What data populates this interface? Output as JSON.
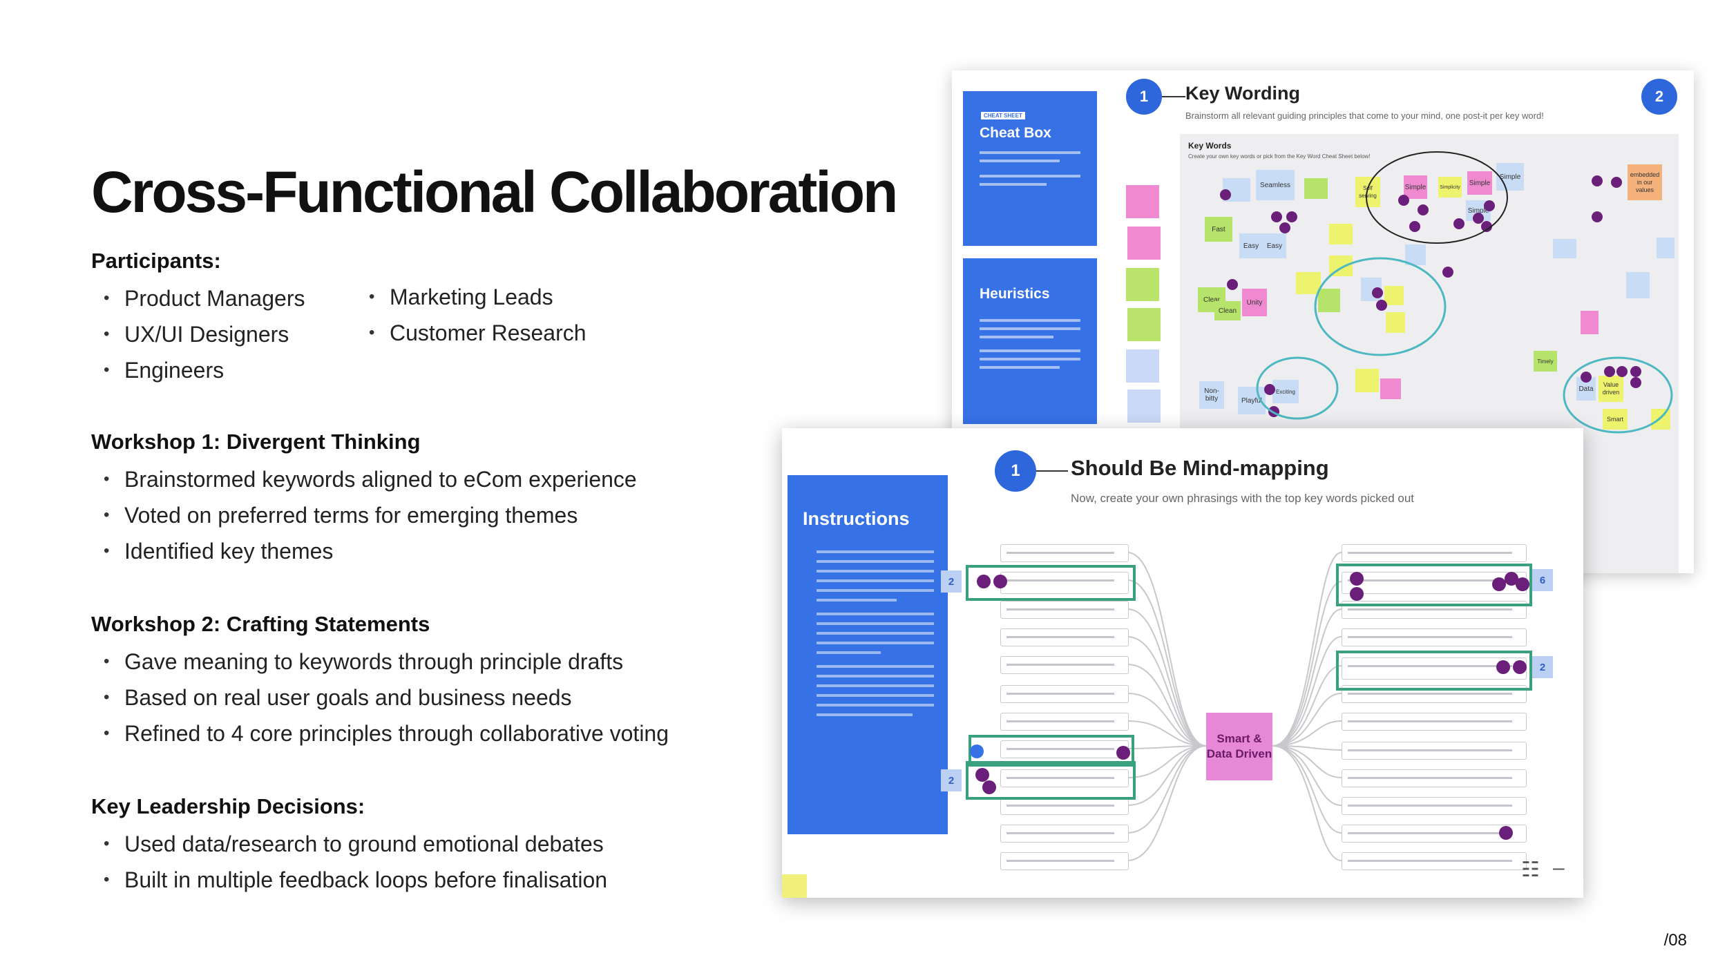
{
  "title": "Cross-Functional Collaboration",
  "participants": {
    "heading": "Participants:",
    "col1": [
      "Product Managers",
      "UX/UI Designers",
      "Engineers"
    ],
    "col2": [
      "Marketing Leads",
      "Customer Research"
    ]
  },
  "workshop1": {
    "heading": "Workshop 1: Divergent Thinking",
    "items": [
      "Brainstormed keywords aligned to eCom experience",
      "Voted on preferred terms for emerging themes",
      "Identified key themes"
    ]
  },
  "workshop2": {
    "heading": "Workshop 2: Crafting Statements",
    "items": [
      "Gave meaning to keywords through principle drafts",
      "Based on real user goals and business needs",
      "Refined to 4 core principles through collaborative voting"
    ]
  },
  "leadership": {
    "heading": "Key Leadership Decisions:",
    "items": [
      "Used data/research to ground emotional debates",
      "Built in multiple feedback loops before finalisation"
    ]
  },
  "page_number": "/08",
  "key_wording_board": {
    "step_number": "1",
    "next_step_number": "2",
    "title": "Key Wording",
    "subtitle": "Brainstorm all relevant guiding principles that come to your mind, one post-it per key word!",
    "cheat_tag": "CHEAT SHEET",
    "cheat_title": "Cheat Box",
    "heuristics_title": "Heuristics",
    "kw_heading": "Key Words",
    "kw_subheading": "Create your own key words or pick from the Key Word Cheat Sheet below!",
    "postits": [
      "Seamless",
      "Fast",
      "Easy",
      "Easy",
      "Clear",
      "Clean",
      "Unity",
      "Simple",
      "Simple",
      "Simple",
      "Simplicity",
      "Simple",
      "embedded in our values",
      "Non-bitty",
      "Playful",
      "Exciting",
      "Timely",
      "Data",
      "Value driven",
      "Smart",
      "Self serving"
    ]
  },
  "mindmap_board": {
    "step_number": "1",
    "title": "Should Be Mind-mapping",
    "subtitle": "Now, create your own phrasings with the top key words picked out",
    "instructions_title": "Instructions",
    "center_node": "Smart & Data Driven",
    "vote_counts": [
      "2",
      "2",
      "6",
      "2"
    ]
  },
  "colors": {
    "accent_blue": "#3771e6",
    "step_circle": "#2e67dc",
    "vote_dot": "#6a1f7a",
    "highlight_green": "#3aa17e",
    "center_pink": "#e688d6"
  }
}
